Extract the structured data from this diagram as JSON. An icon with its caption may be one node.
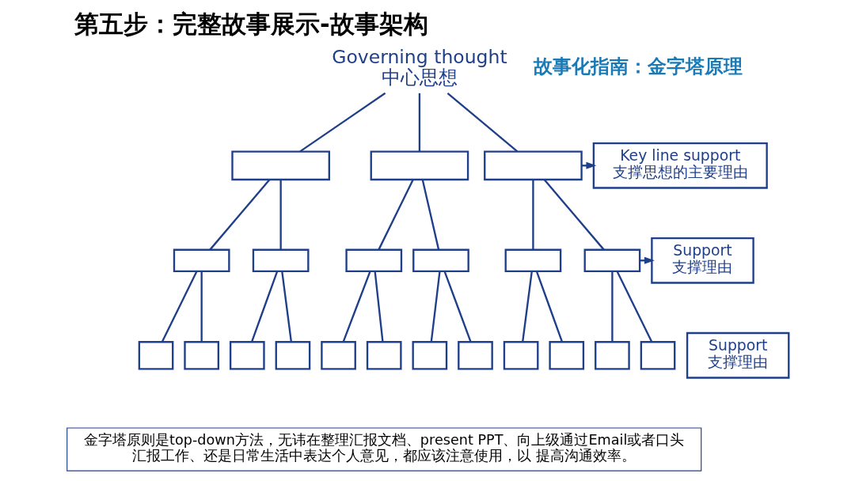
{
  "diagram": {
    "title": "第五步：完整故事展示-故事架构",
    "nodes": [
      {
        "text": [
          "Governing thought",
          "中心思想"
        ]
      },
      {
        "text": [
          "Key line support",
          "支撑思想的主要理由"
        ]
      },
      {
        "text": [],
        "shape": "box"
      },
      {
        "text": [],
        "shape": "box"
      },
      {
        "text": [],
        "shape": "box"
      },
      {
        "text": [
          "Support",
          "支撑理由"
        ]
      },
      {
        "text": [],
        "shape": "box"
      },
      {
        "text": [],
        "shape": "box"
      },
      {
        "text": [],
        "shape": "box"
      },
      {
        "text": [],
        "shape": "box"
      },
      {
        "text": [],
        "shape": "box"
      },
      {
        "text": [],
        "shape": "box"
      },
      {
        "text": [
          "Support",
          "支撑理由"
        ]
      },
      {
        "text": [],
        "shape": "box"
      },
      {
        "text": [],
        "shape": "box"
      },
      {
        "text": [],
        "shape": "box"
      },
      {
        "text": [],
        "shape": "box"
      },
      {
        "text": [],
        "shape": "box"
      },
      {
        "text": [],
        "shape": "box"
      },
      {
        "text": [],
        "shape": "box"
      },
      {
        "text": [],
        "shape": "box"
      },
      {
        "text": [],
        "shape": "box"
      },
      {
        "text": [],
        "shape": "box"
      },
      {
        "text": [],
        "shape": "box"
      },
      {
        "text": [],
        "shape": "box"
      },
      {
        "text": [
          "金字塔原则是top-down方法，无讳在整理汇报文档、present PPT、向上级通过Email或者口头汇报工作、还是日常生活中表达个人意见，都应该注意使用，以 提高沟通效率。"
        ]
      }
    ],
    "edges": [
      {
        "from": 0,
        "to": 2,
        "arrow": "none"
      },
      {
        "from": 0,
        "to": 3,
        "arrow": "none"
      },
      {
        "from": 0,
        "to": 4,
        "arrow": "none"
      },
      {
        "from": 4,
        "to": 1,
        "arrow": "to"
      },
      {
        "from": 2,
        "to": 6,
        "arrow": "none"
      },
      {
        "from": 2,
        "to": 7,
        "arrow": "none"
      },
      {
        "from": 3,
        "to": 8,
        "arrow": "none"
      },
      {
        "from": 3,
        "to": 9,
        "arrow": "none"
      },
      {
        "from": 4,
        "to": 10,
        "arrow": "none"
      },
      {
        "from": 4,
        "to": 11,
        "arrow": "none"
      },
      {
        "from": 11,
        "to": 5,
        "arrow": "to"
      },
      {
        "from": 6,
        "to": 13,
        "arrow": "none"
      },
      {
        "from": 6,
        "to": 14,
        "arrow": "none"
      },
      {
        "from": 7,
        "to": 15,
        "arrow": "none"
      },
      {
        "from": 7,
        "to": 16,
        "arrow": "none"
      },
      {
        "from": 8,
        "to": 17,
        "arrow": "none"
      },
      {
        "from": 8,
        "to": 18,
        "arrow": "none"
      },
      {
        "from": 9,
        "to": 19,
        "arrow": "none"
      },
      {
        "from": 9,
        "to": 20,
        "arrow": "none"
      },
      {
        "from": 10,
        "to": 21,
        "arrow": "none"
      },
      {
        "from": 10,
        "to": 22,
        "arrow": "none"
      },
      {
        "from": 11,
        "to": 23,
        "arrow": "none"
      },
      {
        "from": 11,
        "to": 24,
        "arrow": "none"
      }
    ],
    "labels": [
      "故事化指南：金字塔原理"
    ]
  }
}
